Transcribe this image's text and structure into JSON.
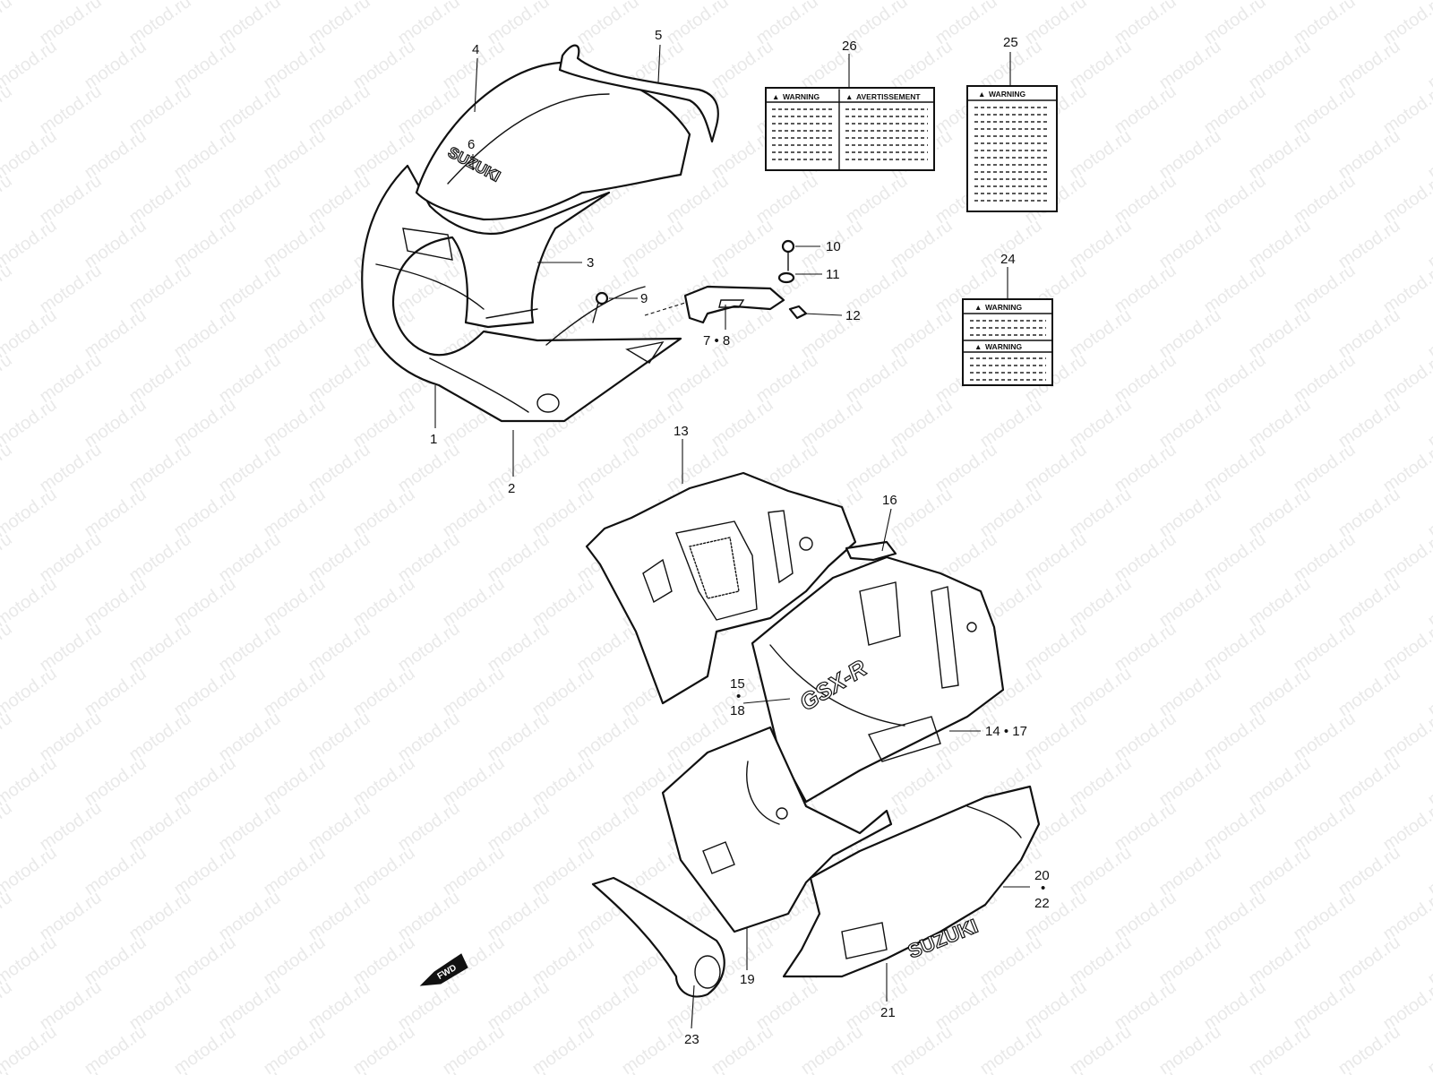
{
  "watermark": "motod.ru",
  "fwd_label": "FWD",
  "brand": {
    "windscreen": "SUZUKI",
    "side_panel": "SUZUKI",
    "side_logo": "GSX-R"
  },
  "warning_labels": {
    "label_26": {
      "heading_left": "WARNING",
      "heading_right": "AVERTISSEMENT"
    },
    "label_25": {
      "heading": "WARNING"
    },
    "label_24": {
      "heading_top": "WARNING",
      "heading_bottom": "WARNING"
    }
  },
  "callouts": [
    "1",
    "2",
    "3",
    "4",
    "5",
    "6",
    "7 • 8",
    "9",
    "10",
    "11",
    "12",
    "13",
    "14 • 17",
    "15",
    "18",
    "16",
    "19",
    "20",
    "22",
    "21",
    "23",
    "24",
    "25",
    "26"
  ]
}
